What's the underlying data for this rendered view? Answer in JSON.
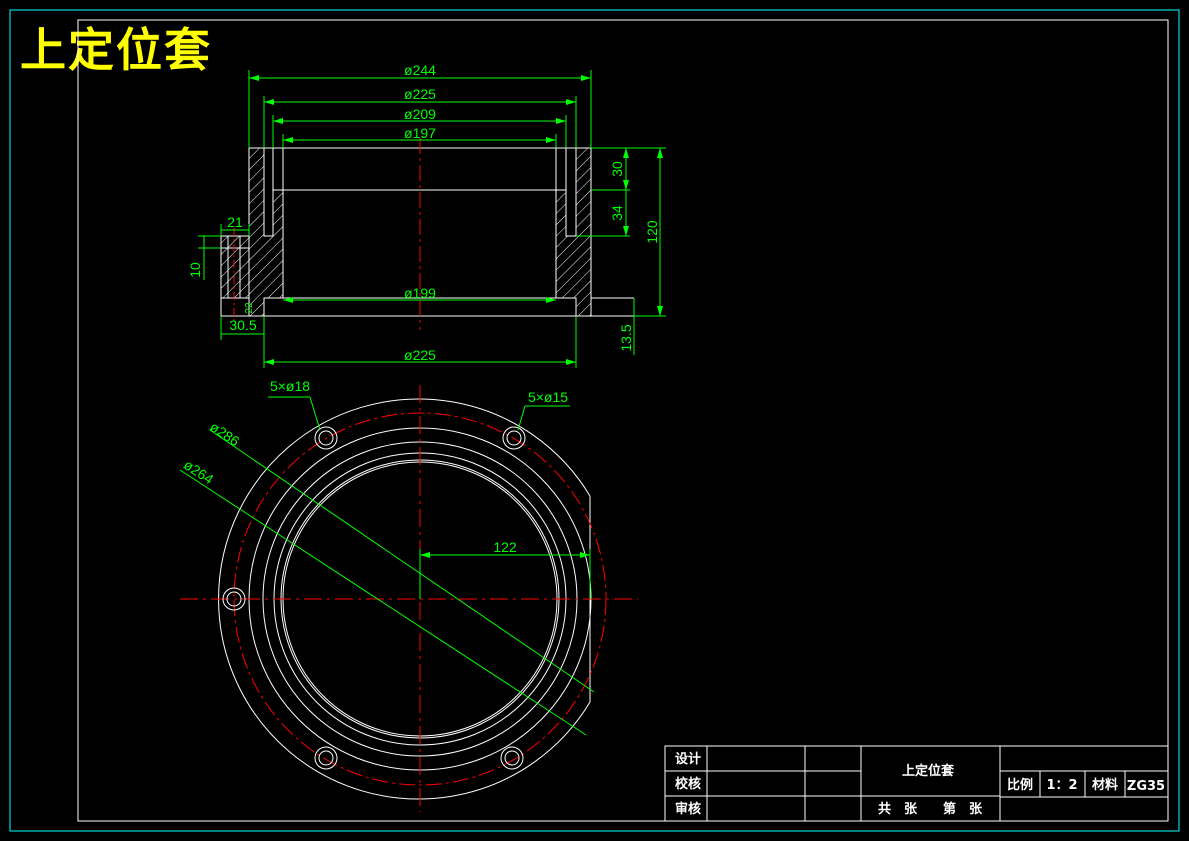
{
  "drawing": {
    "title": "上定位套",
    "colors": {
      "background": "#000000",
      "outline": "#ffffff",
      "dimension": "#00ff00",
      "centerline": "#ff0000",
      "frame": "#00ffff",
      "title_text": "#ffff00"
    }
  },
  "dims": {
    "d244": "ø244",
    "d225_top": "ø225",
    "d209": "ø209",
    "d197": "ø197",
    "d199": "ø199",
    "d225_bottom": "ø225",
    "d21": "21",
    "d10": "10",
    "d30_5": "30.5",
    "d22": "22",
    "d30": "30",
    "d34": "34",
    "d120": "120",
    "d13_5": "13.5",
    "holes18": "5×ø18",
    "holes15": "5×ø15",
    "d286": "ø286",
    "d264": "ø264",
    "r122": "122"
  },
  "title_block": {
    "design": "设计",
    "check": "校核",
    "review": "审核",
    "part_name": "上定位套",
    "sheets": "共　张　　第　张",
    "scale_label": "比例",
    "scale_value": "1：2",
    "material_label": "材料",
    "material_value": "ZG35"
  }
}
